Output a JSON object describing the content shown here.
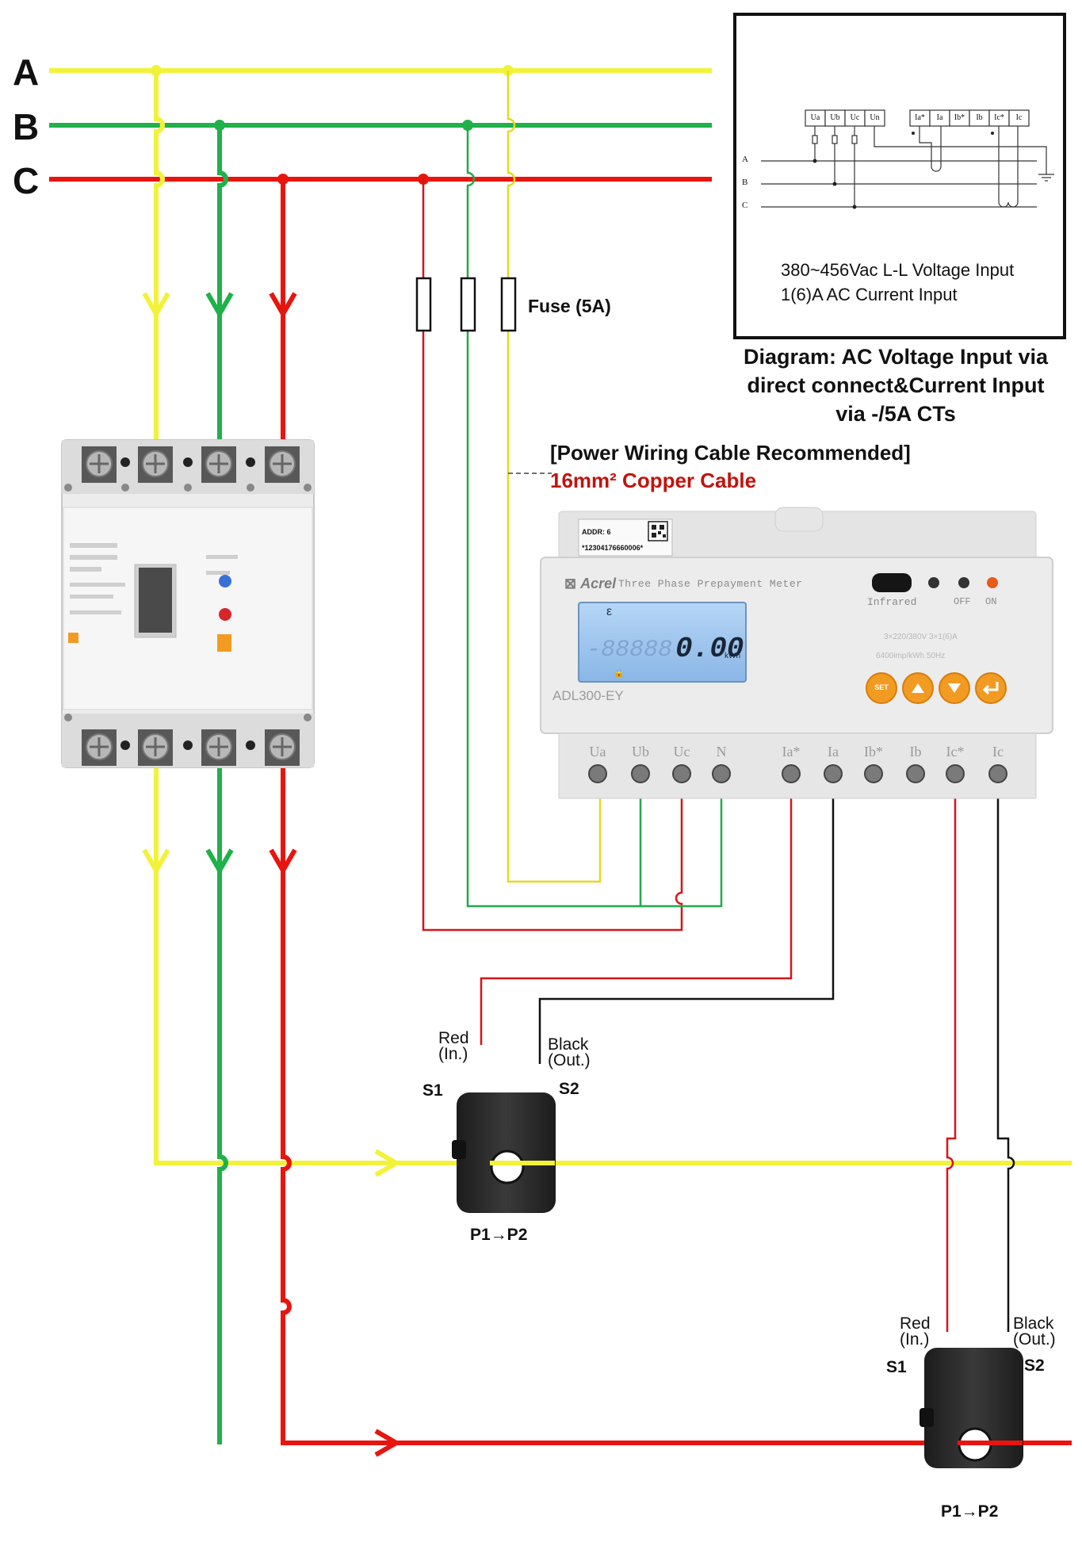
{
  "phases": [
    "A",
    "B",
    "C"
  ],
  "colors": {
    "phase_a": "#f2f23a",
    "phase_b": "#1fb14a",
    "phase_c": "#e8150f",
    "fine_red": "#d8141a",
    "fine_green": "#22a84a",
    "fine_yellow": "#e6d81c",
    "wire_black": "#111111",
    "device_body": "#e9e9e9",
    "lcd": "#9fc6ee",
    "button_orange": "#f29b22",
    "ct_body": "#2b2b2b"
  },
  "fuse": {
    "label": "Fuse (5A)"
  },
  "cable": {
    "recommend": "[Power Wiring Cable Recommended]",
    "spec": "16mm² Copper Cable"
  },
  "inset": {
    "voltage_terminals": [
      "Ua",
      "Ub",
      "Uc",
      "Un"
    ],
    "current_terminals": [
      "Ia*",
      "Ia",
      "Ib*",
      "Ib",
      "Ic*",
      "Ic"
    ],
    "phase_labels": [
      "A",
      "B",
      "C"
    ],
    "note_1": "380~456Vac L-L Voltage Input",
    "note_2": "1(6)A AC Current Input"
  },
  "caption": {
    "line_1": "Diagram: AC Voltage Input via",
    "line_2": "direct connect&Current Input",
    "line_3": "via -/5A CTs"
  },
  "meter": {
    "brand": "Acrel",
    "title": "Three Phase Prepayment Meter",
    "model": "ADL300-EY",
    "addr": "ADDR: 6",
    "serial": "*12304176660006*",
    "lcd_value": "0.00",
    "lcd_unit": "kWh",
    "lcd_ghost": "-88888",
    "ir_label": "Infrared",
    "off_label": "OFF",
    "on_label": "ON",
    "rating_1": "3×220/380V 3×1(6)A",
    "rating_2": "6400imp/kWh 50Hz",
    "set_label": "SET",
    "terminals": [
      "Ua",
      "Ub",
      "Uc",
      "N",
      "Ia*",
      "Ia",
      "Ib*",
      "Ib",
      "Ic*",
      "Ic"
    ]
  },
  "ct_top": {
    "in_label_1": "Red",
    "in_label_2": "(In.)",
    "out_label_1": "Black",
    "out_label_2": "(Out.)",
    "s1": "S1",
    "s2": "S2",
    "direction": "P1→P2"
  },
  "ct_bottom": {
    "in_label_1": "Red",
    "in_label_2": "(In.)",
    "out_label_1": "Black",
    "out_label_2": "(Out.)",
    "s1": "S1",
    "s2": "S2",
    "direction": "P1→P2"
  }
}
